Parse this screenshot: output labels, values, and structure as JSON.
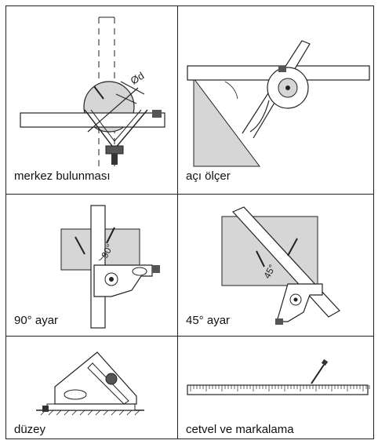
{
  "cells": [
    {
      "label": "merkez bulunması",
      "annotation": "Ød"
    },
    {
      "label": "açı ölçer"
    },
    {
      "label": "90° ayar",
      "annotation": "90°"
    },
    {
      "label": "45° ayar",
      "annotation": "45°"
    },
    {
      "label": "düzey"
    },
    {
      "label": "cetvel ve markalama"
    }
  ],
  "colors": {
    "line": "#222222",
    "fill": "#d6d6d6",
    "dark": "#333333"
  }
}
